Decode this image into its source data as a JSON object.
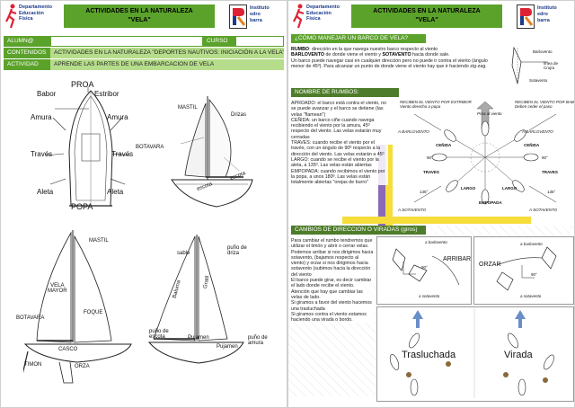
{
  "header": {
    "logo_text": "Departamento\nEducación\nFísica",
    "title_line1": "ACTIVIDADES EN LA NATURALEZA",
    "title_line2": "\"VELA\"",
    "institute_text": "Instituto\nedro\nbarra"
  },
  "left": {
    "alumno_label": "ALUMN@",
    "curso_label": "CURSO",
    "contenidos_label": "CONTENIDOS",
    "contenidos_value": "ACTIVIDADES EN LA NATURALEZA \"DEPORTES NAUTIVOS: INICIACIÓN A LA VELA\"",
    "actividad_label": "ACTIVIDAD",
    "actividad_value": "APRENDE LAS PARTES DE UNA EMBARCACION DE VELA",
    "diagram_labels": {
      "proa": "PROA",
      "babor": "Babor",
      "estribor": "Estribor",
      "amura_l": "Amura",
      "amura_r": "Amura",
      "traves_l": "Través",
      "traves_r": "Través",
      "aleta_l": "Aleta",
      "aleta_r": "Aleta",
      "popa": "POPA",
      "mastil_top": "MASTIL",
      "drizas": "Drizas",
      "botavara_top": "BOTAVARA",
      "escota_r": "escota",
      "escota_m": "escota",
      "mastil_bottom": "MASTIL",
      "vela_mayor": "VELA\nMAYOR",
      "foque": "FOQUE",
      "botavara_bottom": "BOTAVARA",
      "casco": "CASCO",
      "timon": "TIMON",
      "orza": "ORZA",
      "puno_driza": "puño de\ndriza",
      "sable": "sable",
      "baluma": "Baluma",
      "gratil": "Gratil",
      "puno_escota": "puño de\nescota",
      "pujamen": "Pujamen",
      "pujamen2": "Pujamen",
      "puno_amura": "puño de\namura"
    }
  },
  "right": {
    "sec1_title": "¿CÓMO MANEJAR UN BARCO DE VELA?",
    "sec1_text": [
      {
        "b": "RUMBO",
        "t": ": dirección en la que navega nuestro barco respecto al viento"
      },
      {
        "b": "BARLOVENTO",
        "t": " de donde viene el viento y "
      },
      {
        "b": "SOTAVENTO",
        "t": " hacia donde sale."
      },
      {
        "b": "",
        "t": "Un barco puede navegar casi en cualquier dirección pero no puede ir contra el viento (ángulo menor de 45º). Para alcanzar un punto de donde viene el viento hay que ir haciendo zig-zag."
      }
    ],
    "sec1_diag": {
      "barlovento": "Barlovento",
      "linea_cruja": "línea de\nCrujía",
      "sotavento": "Sotavento"
    },
    "sec2_title": "NOMBRE DE RUMBOS:",
    "sec2_text": "APROADO: el barco está contra el viento, no se puede avanzar y el barco se detiene (las velas \"flamean\")\nCEÑIDA: un barco ciñe cuando navega recibiendo el viento por la amura, 45º respecto del viento. Las velas estarán muy cerradas\nTRAVES: cuando recibe el viento por el través, con un ángulo de 90º respecto a la dirección del viento. Las velas estarán a 45º\nLARGO: cuando se recibe el viento por la aleta, a 135º. Las velas están abiertas\nEMPOPADA: cuando recibimos el viento por la popa, a unos 180º. Las velas están totalmente abiertas \"orejas de burro\"",
    "rose": {
      "recibe_estribor": "RECIBEN EL VIENTO POR ESTRIBOR\nViento derecho a popa",
      "proa_viento": "Proa al viento",
      "recibe_babor": "RECIBEN EL VIENTO POR BABOR\nDeben ceder el paso",
      "a_barlovento_l": "A BARLOVENTO",
      "a_barlovento_r": "A BARLOVENTO",
      "cenida_l": "CEÑIDA",
      "cenida_r": "CEÑIDA",
      "d90_l": "90°",
      "d90_r": "90°",
      "traves_l": "TRAVES",
      "traves_r": "TRAVES",
      "d135_l": "135°",
      "d135_r": "135°",
      "largo_l": "LARGO",
      "largo_r": "LARGO",
      "empopada": "EMPOPADA",
      "a_sotavento_l": "A SOTAVENTO",
      "a_sotavento_r": "A SOTAVENTO"
    },
    "sec3_title": "CAMBIOS DE DIRECCION O VIRADAS (giros)",
    "sec3_text": "Para cambiar el rumbo tendremos que utilizar el timón y abrir o cerrar velas.\nPodemos arribar si nos dirigimos hacia sotavento, (bajamos respecto al viento) y orzar si nos dirigimos hacia sotavento (subimos hacia la dirección del viento\nEl barco puede girar, es decir cambiar el lado donde recibe el viento. Atención que hay que cambiar las velas de lado.\nSi giramos a favor del viento hacemos una trasluchada\nSi giramos contra el viento estamos haciendo una virada o bordo.",
    "maneuvers": {
      "a_barlovento": "a barlovento",
      "arribar": "ARRIBAR",
      "orzar": "ORZAR",
      "a_barlovento2": "a barlovento",
      "a_sotavento": "a sotavento",
      "a_sotavento2": "a sotavento",
      "d90": "90°",
      "d90b": "90°",
      "trasluchada": "Trasluchada",
      "virada": "Virada"
    }
  },
  "colors": {
    "green": "#5ba22b",
    "light_green": "#b6dd8b",
    "navy": "#1b3a8a",
    "purple": "#8a6ab8"
  }
}
